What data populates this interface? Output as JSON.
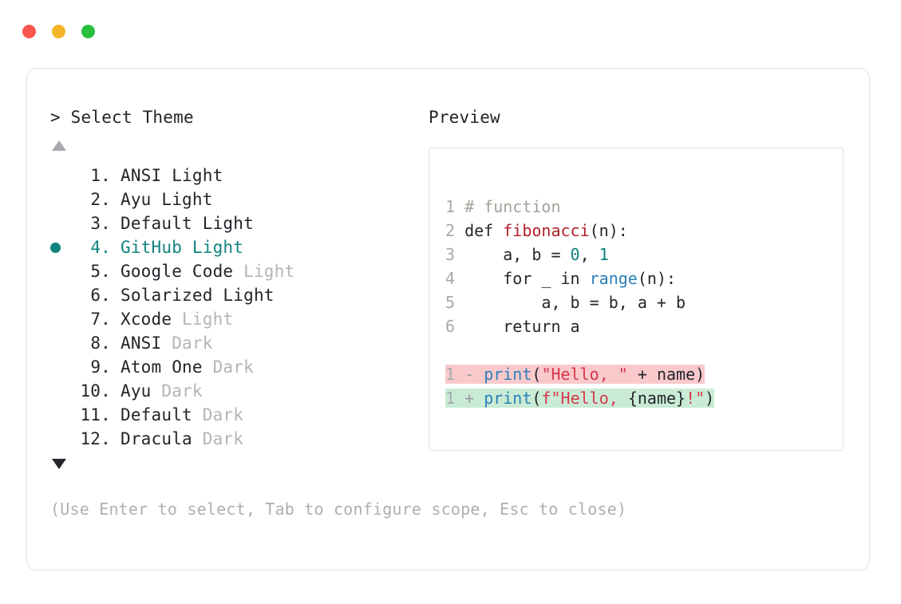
{
  "window": {
    "traffic_lights": [
      {
        "name": "close",
        "color": "#f9564f"
      },
      {
        "name": "minimize",
        "color": "#f5b52a"
      },
      {
        "name": "maximize",
        "color": "#28c03d"
      }
    ]
  },
  "left": {
    "prompt_symbol": ">",
    "heading": "> Select Theme",
    "scroll_up_icon": "triangle-up-icon",
    "scroll_down_icon": "triangle-down-icon",
    "selected_index": 4,
    "themes": [
      {
        "index": "1.",
        "name": "ANSI Light",
        "variant": "",
        "selected": false
      },
      {
        "index": "2.",
        "name": "Ayu Light",
        "variant": "",
        "selected": false
      },
      {
        "index": "3.",
        "name": "Default Light",
        "variant": "",
        "selected": false
      },
      {
        "index": "4.",
        "name": "GitHub Light",
        "variant": "",
        "selected": true
      },
      {
        "index": "5.",
        "name": "Google Code",
        "variant": " Light",
        "selected": false
      },
      {
        "index": "6.",
        "name": "Solarized Light",
        "variant": "",
        "selected": false
      },
      {
        "index": "7.",
        "name": "Xcode",
        "variant": " Light",
        "selected": false
      },
      {
        "index": "8.",
        "name": "ANSI",
        "variant": " Dark",
        "selected": false
      },
      {
        "index": "9.",
        "name": "Atom One",
        "variant": " Dark",
        "selected": false
      },
      {
        "index": "10.",
        "name": "Ayu",
        "variant": " Dark",
        "selected": false
      },
      {
        "index": "11.",
        "name": "Default",
        "variant": " Dark",
        "selected": false
      },
      {
        "index": "12.",
        "name": "Dracula",
        "variant": " Dark",
        "selected": false
      }
    ]
  },
  "right": {
    "heading": "Preview",
    "code_lines": [
      {
        "ln": "1",
        "tokens": [
          {
            "t": "# function",
            "c": "comment"
          }
        ]
      },
      {
        "ln": "2",
        "tokens": [
          {
            "t": "def ",
            "c": "kw"
          },
          {
            "t": "fibonacci",
            "c": "func"
          },
          {
            "t": "(n):",
            "c": "plain"
          }
        ]
      },
      {
        "ln": "3",
        "tokens": [
          {
            "t": "    a, b = ",
            "c": "plain"
          },
          {
            "t": "0",
            "c": "num"
          },
          {
            "t": ", ",
            "c": "plain"
          },
          {
            "t": "1",
            "c": "num"
          }
        ]
      },
      {
        "ln": "4",
        "tokens": [
          {
            "t": "    for _ in ",
            "c": "plain"
          },
          {
            "t": "range",
            "c": "builtin"
          },
          {
            "t": "(n):",
            "c": "plain"
          }
        ]
      },
      {
        "ln": "5",
        "tokens": [
          {
            "t": "        a, b = b, a + b",
            "c": "plain"
          }
        ]
      },
      {
        "ln": "6",
        "tokens": [
          {
            "t": "    return a",
            "c": "plain"
          }
        ]
      }
    ],
    "diff_lines": [
      {
        "ln": "1",
        "mark": "-",
        "kind": "del",
        "tokens": [
          {
            "t": "print",
            "c": "builtin"
          },
          {
            "t": "(",
            "c": "plain"
          },
          {
            "t": "\"Hello, \"",
            "c": "str"
          },
          {
            "t": " + name)",
            "c": "plain"
          }
        ]
      },
      {
        "ln": "1",
        "mark": "+",
        "kind": "add",
        "tokens": [
          {
            "t": "print",
            "c": "builtin"
          },
          {
            "t": "(",
            "c": "plain"
          },
          {
            "t": "f\"Hello, ",
            "c": "str"
          },
          {
            "t": "{name}",
            "c": "plain"
          },
          {
            "t": "!\"",
            "c": "str"
          },
          {
            "t": ")",
            "c": "plain"
          }
        ]
      }
    ]
  },
  "footer": {
    "hint": "(Use Enter to select, Tab to configure scope, Esc to close)"
  },
  "colors": {
    "accent_teal": "#11837e",
    "text": "#22252a",
    "muted": "#b3b4b8",
    "diff_del_bg": "#f9c9cc",
    "diff_add_bg": "#c9ebd5",
    "panel_border": "#e3e3e6"
  }
}
